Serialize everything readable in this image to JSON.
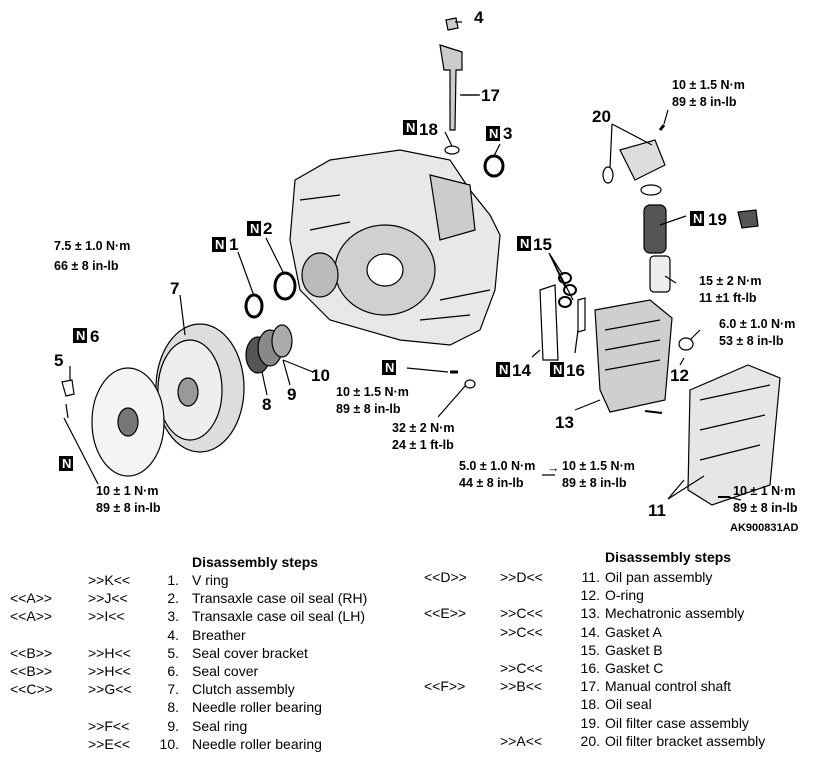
{
  "diagram": {
    "image_code": "AK900831AD",
    "callouts": {
      "c1": "1",
      "c2": "2",
      "c3": "3",
      "c4": "4",
      "c5": "5",
      "c6": "6",
      "c7": "7",
      "c8": "8",
      "c9": "9",
      "c10": "10",
      "c11": "11",
      "c12": "12",
      "c13": "13",
      "c14": "14",
      "c15": "15",
      "c16": "16",
      "c17": "17",
      "c18": "18",
      "c19": "19",
      "c20": "20"
    },
    "new_part_mark": "N",
    "torques": {
      "t1a": "10 ± 1.5 N·m",
      "t1b": "89 ± 8 in-lb",
      "t2a": "7.5 ± 1.0 N·m",
      "t2b": "66 ± 8 in-lb",
      "t3a": "15 ± 2 N·m",
      "t3b": "11 ±1 ft-lb",
      "t4a": "6.0 ± 1.0 N·m",
      "t4b": "53 ± 8 in-lb",
      "t5a": "10 ± 1.5 N·m",
      "t5b": "89 ± 8 in-lb",
      "t6a": "32 ± 2 N·m",
      "t6b": "24 ± 1 ft-lb",
      "t7a": "5.0 ± 1.0 N·m",
      "t7b": "44 ± 8 in-lb",
      "t8a": "10 ± 1.5 N·m",
      "t8b": "89 ± 8 in-lb",
      "t9a": "10 ± 1 N·m",
      "t9b": "89 ± 8 in-lb",
      "t10a": "10 ± 1 N·m",
      "t10b": "89 ± 8 in-lb"
    }
  },
  "left_steps": {
    "title": "Disassembly steps",
    "rows": [
      {
        "a": "",
        "b": ">>K<<",
        "n": "1.",
        "label": "V ring"
      },
      {
        "a": "<<A>>",
        "b": ">>J<<",
        "n": "2.",
        "label": "Transaxle case oil seal (RH)"
      },
      {
        "a": "<<A>>",
        "b": ">>I<<",
        "n": "3.",
        "label": "Transaxle case oil seal (LH)"
      },
      {
        "a": "",
        "b": "",
        "n": "4.",
        "label": "Breather"
      },
      {
        "a": "<<B>>",
        "b": ">>H<<",
        "n": "5.",
        "label": "Seal cover bracket"
      },
      {
        "a": "<<B>>",
        "b": ">>H<<",
        "n": "6.",
        "label": "Seal cover"
      },
      {
        "a": "<<C>>",
        "b": ">>G<<",
        "n": "7.",
        "label": "Clutch assembly"
      },
      {
        "a": "",
        "b": "",
        "n": "8.",
        "label": "Needle roller bearing"
      },
      {
        "a": "",
        "b": ">>F<<",
        "n": "9.",
        "label": "Seal ring"
      },
      {
        "a": "",
        "b": ">>E<<",
        "n": "10.",
        "label": "Needle roller bearing"
      }
    ]
  },
  "right_steps": {
    "title": "Disassembly steps",
    "rows": [
      {
        "a": "<<D>>",
        "b": ">>D<<",
        "n": "11.",
        "label": "Oil pan assembly"
      },
      {
        "a": "",
        "b": "",
        "n": "12.",
        "label": "O-ring"
      },
      {
        "a": "<<E>>",
        "b": ">>C<<",
        "n": "13.",
        "label": "Mechatronic assembly"
      },
      {
        "a": "",
        "b": ">>C<<",
        "n": "14.",
        "label": "Gasket A"
      },
      {
        "a": "",
        "b": "",
        "n": "15.",
        "label": "Gasket B"
      },
      {
        "a": "",
        "b": ">>C<<",
        "n": "16.",
        "label": "Gasket C"
      },
      {
        "a": "<<F>>",
        "b": ">>B<<",
        "n": "17.",
        "label": "Manual control shaft"
      },
      {
        "a": "",
        "b": "",
        "n": "18.",
        "label": "Oil seal"
      },
      {
        "a": "",
        "b": "",
        "n": "19.",
        "label": "Oil filter case assembly"
      },
      {
        "a": "",
        "b": ">>A<<",
        "n": "20.",
        "label": "Oil filter bracket assembly"
      }
    ]
  }
}
